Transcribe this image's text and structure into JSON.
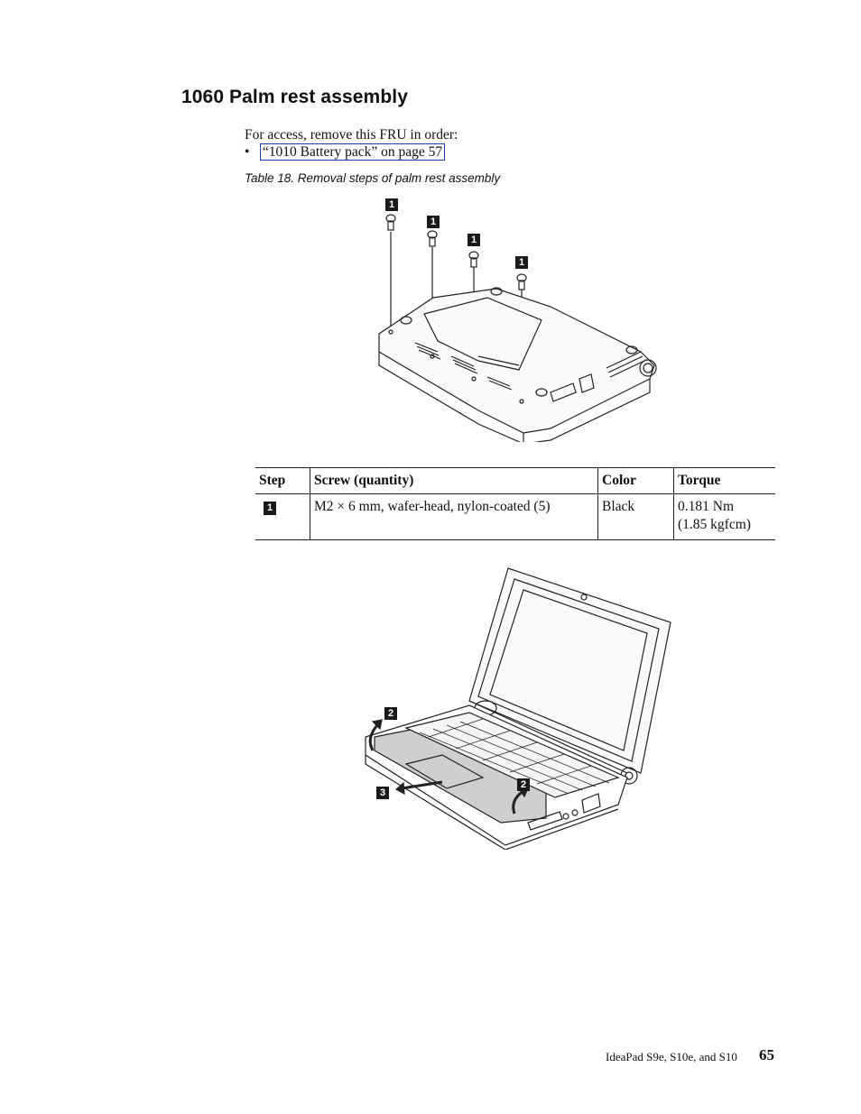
{
  "heading": "1060 Palm rest assembly",
  "access": {
    "intro": "For access, remove this FRU in order:",
    "bullet": "•",
    "link_text": "“1010 Battery pack” on page 57"
  },
  "caption": "Table 18. Removal steps of palm rest assembly",
  "figure1": {
    "callouts": [
      "1",
      "1",
      "1",
      "1"
    ]
  },
  "table": {
    "headers": [
      "Step",
      "Screw (quantity)",
      "Color",
      "Torque"
    ],
    "rows": [
      {
        "step": "1",
        "screw": "M2 × 6 mm, wafer-head, nylon-coated (5)",
        "color": "Black",
        "torque_line1": "0.181 Nm",
        "torque_line2": "(1.85 kgfcm)"
      }
    ]
  },
  "figure2": {
    "callouts": [
      "2",
      "2",
      "3"
    ]
  },
  "footer": {
    "title": "IdeaPad S9e, S10e, and S10",
    "page": "65"
  }
}
